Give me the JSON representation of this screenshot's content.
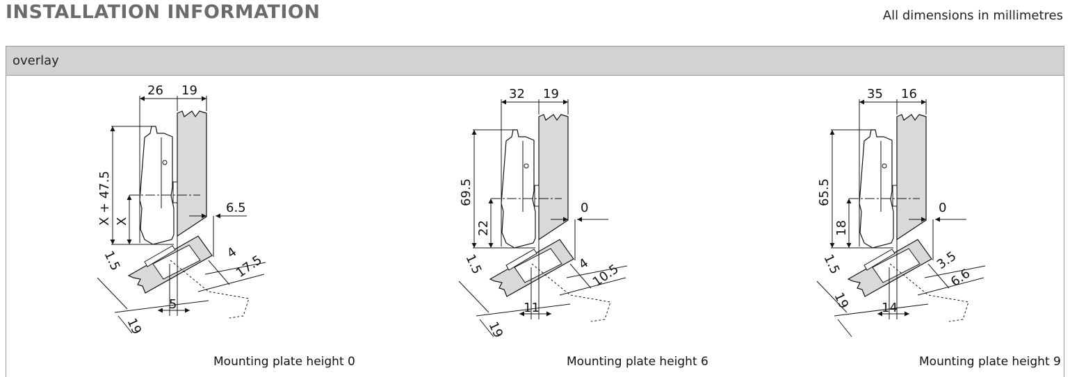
{
  "header": {
    "title": "INSTALLATION INFORMATION",
    "units_note": "All dimensions in millimetres"
  },
  "section": {
    "label": "overlay"
  },
  "drawings": [
    {
      "caption": "Mounting plate height 0",
      "top_left": "26",
      "top_right": "19",
      "height_total": "X + 47.5",
      "height_axis": "X",
      "overlay": "6.5",
      "gap": "4",
      "clearance": "17.5",
      "plate": "1.5",
      "door": "19",
      "bottom": "5"
    },
    {
      "caption": "Mounting plate height 6",
      "top_left": "32",
      "top_right": "19",
      "height_total": "69.5",
      "height_axis": "22",
      "overlay": "0",
      "gap": "4",
      "clearance": "10.5",
      "plate": "1.5",
      "door": "19",
      "bottom": "11"
    },
    {
      "caption": "Mounting plate height 9",
      "top_left": "35",
      "top_right": "16",
      "height_total": "65.5",
      "height_axis": "18",
      "overlay": "0",
      "gap": "3.5",
      "clearance": "6.6",
      "plate": "1.5",
      "door": "19",
      "bottom": "14"
    }
  ]
}
